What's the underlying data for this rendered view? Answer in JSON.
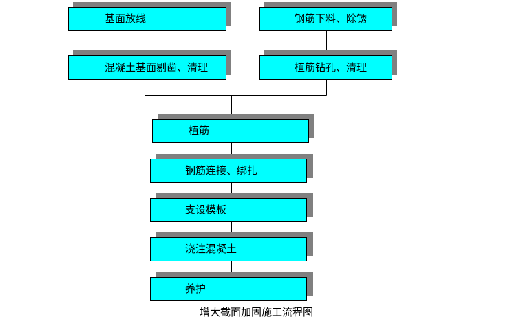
{
  "diagram": {
    "caption": "增大截面加固施工流程图",
    "colors": {
      "box_fill": "#00ffff",
      "box_border": "#000000",
      "shadow": "#808080",
      "line": "#000000"
    },
    "left_branch": [
      {
        "label": "基面放线"
      },
      {
        "label": "混凝土基面剔凿、清理"
      }
    ],
    "right_branch": [
      {
        "label": "钢筋下料、除锈"
      },
      {
        "label": "植筋钻孔、清理"
      }
    ],
    "main_flow": [
      {
        "label": "植筋"
      },
      {
        "label": "钢筋连接、绑扎"
      },
      {
        "label": "支设模板"
      },
      {
        "label": "浇注混凝土"
      },
      {
        "label": "养护"
      }
    ]
  }
}
